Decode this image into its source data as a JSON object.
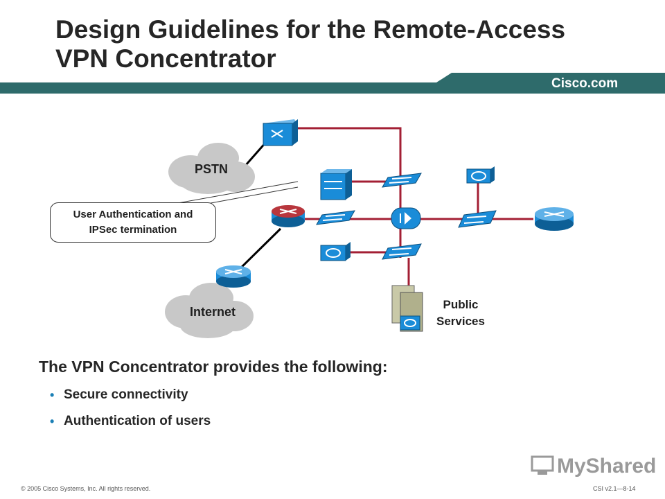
{
  "slide": {
    "title_line1": "Design Guidelines for the Remote-Access",
    "title_line2": "VPN Concentrator",
    "brand": "Cisco.com"
  },
  "diagram": {
    "clouds": {
      "pstn": "PSTN",
      "internet": "Internet"
    },
    "callout_line1": "User Authentication and",
    "callout_line2": "IPSec termination",
    "public_line1": "Public",
    "public_line2": "Services",
    "colors": {
      "link_red": "#a31f34",
      "link_black": "#000000",
      "device_blue": "#1a8cd8",
      "cloud_gray": "#c8c8c8"
    }
  },
  "body": {
    "heading": "The VPN Concentrator provides the following:",
    "bullets": [
      "Secure connectivity",
      "Authentication of users"
    ]
  },
  "footer": {
    "copyright": "© 2005 Cisco Systems, Inc. All rights reserved.",
    "course": "CSI v2.1—8-14"
  },
  "watermark": "MyShared",
  "colors": {
    "banner": "#2e6b6b",
    "title": "#262626",
    "bullet": "#1a7fb5"
  }
}
